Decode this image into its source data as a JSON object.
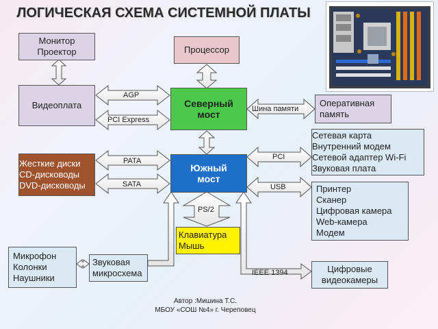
{
  "title": "ЛОГИЧЕСКАЯ СХЕМА СИСТЕМНОЙ ПЛАТЫ",
  "boxes": {
    "monitor": "Монитор\nПроектор",
    "cpu": "Процессор",
    "video": "Видеоплата",
    "north": "Северный\nмост",
    "ram": "Оперативная\nпамять",
    "network": "Сетевая карта\nВнутренний модем\nСетевой адаптер Wi-Fi\nЗвуковая плата",
    "disks": "Жесткие диски\nCD-дисководы\nDVD-дисководы",
    "south": "Южный\nмост",
    "usb_devices": "Принтер\nСканер\nЦифровая камера\nWeb-камера\nМодем",
    "keyboard": "Клавиатура\nМышь",
    "audio_devices": "Микрофон\nКолонки\nНаушники",
    "sound": "Звуковая\nмикросхема",
    "camcorders": "Цифровые\nвидеокамеры"
  },
  "buses": {
    "agp": "AGP",
    "pci_express": "PCI Express",
    "memory_bus": "Шина памяти",
    "pci": "PCI",
    "pata": "PATA",
    "sata": "SATA",
    "usb": "USB",
    "ps2": "PS/2",
    "ieee1394": "IEEE 1394"
  },
  "footer": {
    "author": "Автор :Мишина Т.С.",
    "school": "МБОУ «СОШ №4» г. Череповец"
  },
  "colors": {
    "lavender": "#dcd3e6",
    "pink": "#e8c8cc",
    "green": "#4cc94a",
    "blue": "#1e6fc9",
    "brown": "#a0522d",
    "yellow": "#fff200",
    "light_blue": "#dbe9f5"
  }
}
